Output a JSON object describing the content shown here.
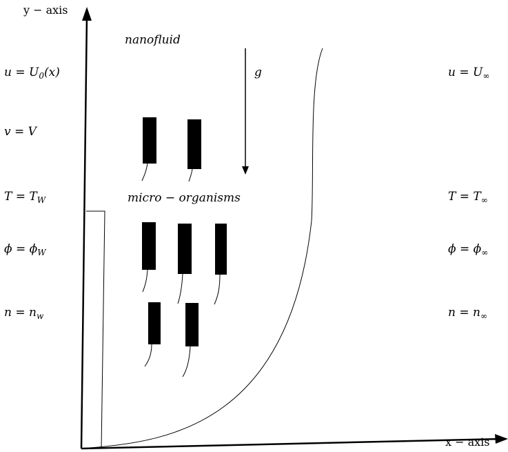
{
  "axes": {
    "y_label": "y − axis",
    "x_label": "x − axis"
  },
  "labels": {
    "nanofluid": "nanofluid",
    "gravity": "g",
    "micro_organisms": "micro − organisms"
  },
  "left_conditions": {
    "u": {
      "lhs": "u",
      "eq": " = ",
      "main": "U",
      "sub": "0",
      "tail": "(x)"
    },
    "v": {
      "lhs": "v",
      "eq": " = ",
      "main": "V",
      "sub": "",
      "tail": ""
    },
    "T": {
      "lhs": "T",
      "eq": " = ",
      "main": "T",
      "sub": "W",
      "tail": ""
    },
    "phi": {
      "lhs": "ϕ",
      "eq": " = ",
      "main": "ϕ",
      "sub": "W",
      "tail": ""
    },
    "n": {
      "lhs": "n",
      "eq": " = ",
      "main": "n",
      "sub": "w",
      "tail": ""
    }
  },
  "right_conditions": {
    "u": {
      "lhs": "u",
      "eq": " = ",
      "main": "U",
      "sub": "∞"
    },
    "T": {
      "lhs": "T",
      "eq": " = ",
      "main": "T",
      "sub": "∞"
    },
    "phi": {
      "lhs": "ϕ",
      "eq": " = ",
      "main": "ϕ",
      "sub": "∞"
    },
    "n": {
      "lhs": "n",
      "eq": " = ",
      "main": "n",
      "sub": "∞"
    }
  },
  "colors": {
    "ink": "#000000",
    "background": "#ffffff"
  }
}
